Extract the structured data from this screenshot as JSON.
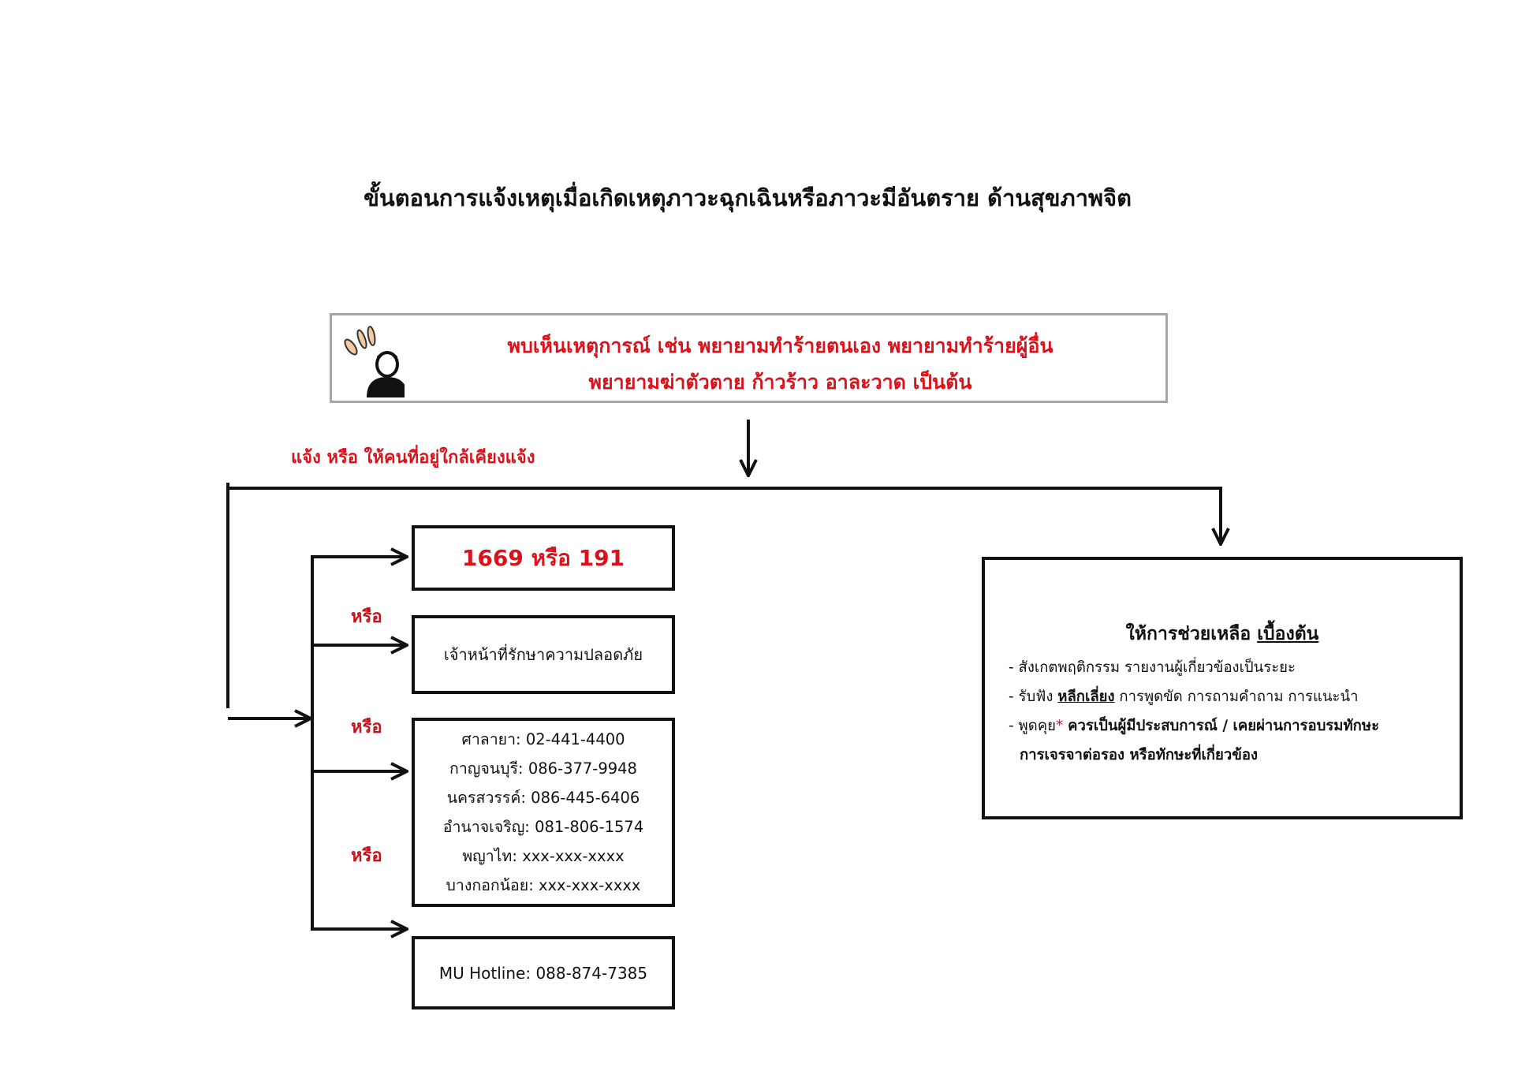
{
  "title": "ขั้นตอนการแจ้งเหตุเมื่อเกิดเหตุภาวะฉุกเฉินหรือภาวะมีอันตราย ด้านสุขภาพจิต",
  "incident": {
    "line1": "พบเห็นเหตุการณ์ เช่น พยายามทำร้ายตนเอง พยายามทำร้ายผู้อื่น",
    "line2": "พยายามฆ่าตัวตาย ก้าวร้าว อาละวาด เป็นต้น",
    "icon": "alarmed-person-icon"
  },
  "notify_label": "แจ้ง หรือ ให้คนที่อยู่ใกล้เคียงแจ้ง",
  "or_label": "หรือ",
  "contacts": {
    "emergency": "1669 หรือ 191",
    "security": "เจ้าหน้าที่รักษาความปลอดภัย",
    "campuses": [
      {
        "name": "ศาลายา:",
        "phone": "02-441-4400"
      },
      {
        "name": "กาญจนบุรี:",
        "phone": "086-377-9948"
      },
      {
        "name": "นครสวรรค์:",
        "phone": "086-445-6406"
      },
      {
        "name": "อำนาจเจริญ:",
        "phone": "081-806-1574"
      },
      {
        "name": "พญาไท:",
        "phone": "xxx-xxx-xxxx"
      },
      {
        "name": "บางกอกน้อย:",
        "phone": "xxx-xxx-xxxx"
      }
    ],
    "hotline_label": "MU Hotline:",
    "hotline": "088-874-7385"
  },
  "first_aid": {
    "title": "ให้การช่วยเหลือ",
    "title_emph": "เบื้องต้น",
    "item1": "- สังเกตพฤติกรรม รายงานผู้เกี่ยวข้องเป็นระยะ",
    "item2_a": "- รับฟัง",
    "item2_emph": "หลีกเลี่ยง",
    "item2_b": "การพูดขัด การถามคำถาม การแนะนำ",
    "item3_a": "- พูดคุย",
    "item3_star": "*",
    "item3_b": "ควรเป็นผู้มีประสบการณ์ / เคยผ่านการอบรมทักษะ",
    "item3_c": "การเจรจาต่อรอง หรือทักษะที่เกี่ยวข้อง"
  }
}
